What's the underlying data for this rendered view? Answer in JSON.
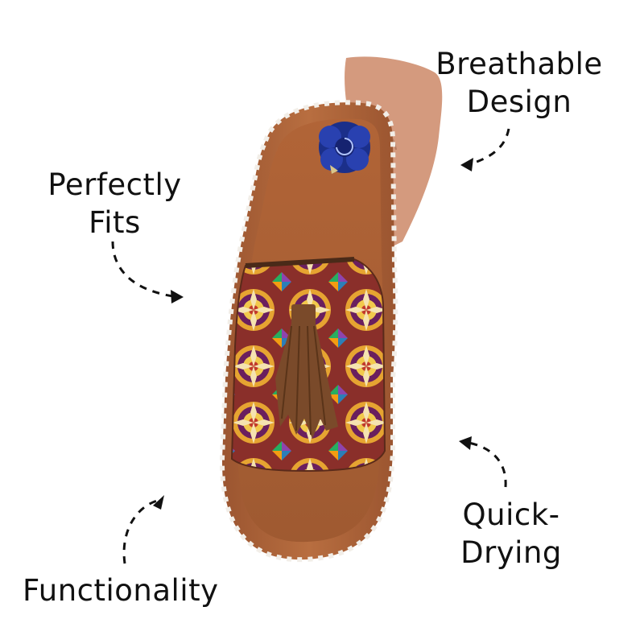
{
  "features": {
    "breathable": {
      "line1": "Breathable",
      "line2": "Design"
    },
    "perfect_fit": {
      "line1": "Perfectly",
      "line2": "Fits"
    },
    "quick_drying": {
      "line1": "Quick-",
      "line2": "Drying"
    },
    "functionality": {
      "line1": "Functionality"
    }
  },
  "colors": {
    "text": "#111111",
    "sole": "#b2683a",
    "footbed": "#a85a2c",
    "tassel": "#7a4a2a",
    "flower": "#1b2f8a"
  }
}
